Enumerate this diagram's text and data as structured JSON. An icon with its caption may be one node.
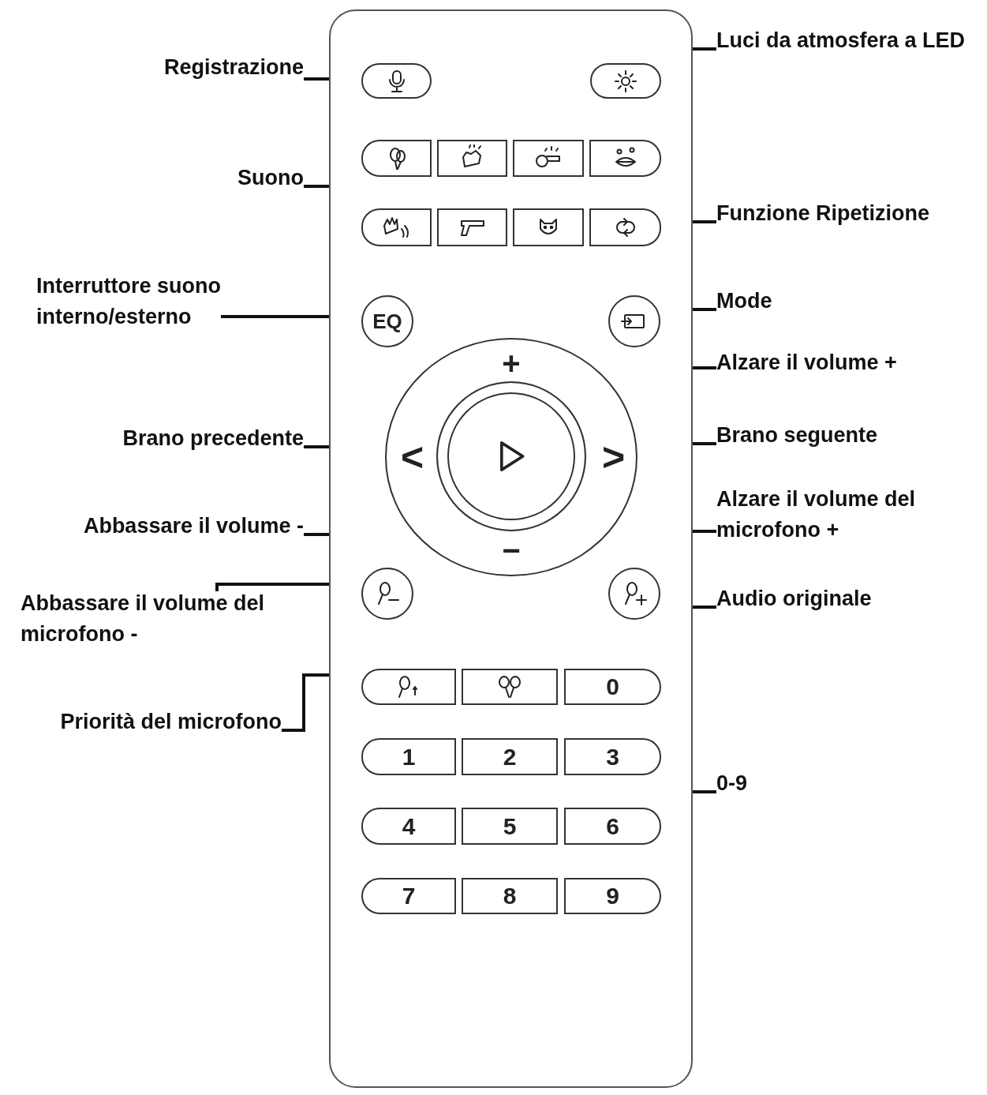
{
  "diagram": {
    "nodes": [
      {
        "text": [],
        "shape": "box"
      },
      {
        "text": [],
        "shape": "box",
        "in": 0
      },
      {
        "text": [],
        "shape": "box",
        "in": 0
      },
      {
        "text": [],
        "shape": "box",
        "in": 0
      },
      {
        "text": [],
        "shape": "box",
        "in": 0
      },
      {
        "text": [],
        "shape": "box",
        "in": 0
      },
      {
        "text": [],
        "shape": "box",
        "in": 0
      },
      {
        "text": [],
        "shape": "box",
        "in": 0
      },
      {
        "text": [],
        "shape": "box",
        "in": 0
      },
      {
        "text": [],
        "shape": "box",
        "in": 0
      },
      {
        "text": [],
        "shape": "box",
        "in": 0
      },
      {
        "text": [
          "EQ"
        ],
        "in": 0
      },
      {
        "text": [],
        "shape": "circle",
        "in": 0
      },
      {
        "text": [],
        "shape": "circle",
        "in": 0
      },
      {
        "text": [
          "+"
        ],
        "in": 13
      },
      {
        "text": [
          "<"
        ],
        "in": 13
      },
      {
        "text": [],
        "shape": "circle",
        "in": 13
      },
      {
        "text": [
          ">"
        ],
        "in": 13
      },
      {
        "text": [
          "−"
        ],
        "in": 13
      },
      {
        "text": [],
        "shape": "circle",
        "in": 0
      },
      {
        "text": [],
        "shape": "circle",
        "in": 0
      },
      {
        "text": [],
        "shape": "box",
        "in": 0
      },
      {
        "text": [],
        "shape": "box",
        "in": 0
      },
      {
        "text": [
          "0"
        ],
        "in": 0
      },
      {
        "text": [
          "1"
        ],
        "in": 0
      },
      {
        "text": [
          "2"
        ],
        "in": 0
      },
      {
        "text": [
          "3"
        ],
        "in": 0
      },
      {
        "text": [
          "4"
        ],
        "in": 0
      },
      {
        "text": [
          "5"
        ],
        "in": 0
      },
      {
        "text": [
          "6"
        ],
        "in": 0
      },
      {
        "text": [
          "7"
        ],
        "in": 0
      },
      {
        "text": [
          "8"
        ],
        "in": 0
      },
      {
        "text": [
          "9"
        ],
        "in": 0
      },
      {
        "text": [
          "Registrazione"
        ]
      },
      {
        "text": [
          "Luci da atmosfera a LED"
        ]
      },
      {
        "text": [
          "Suono"
        ]
      },
      {
        "text": [
          "Funzione Ripetizione"
        ]
      },
      {
        "text": [
          "Interruttore suono interno/esterno"
        ]
      },
      {
        "text": [
          "Mode"
        ]
      },
      {
        "text": [
          "Alzare il volume +"
        ]
      },
      {
        "text": [
          "Brano precedente"
        ]
      },
      {
        "text": [
          "Brano seguente"
        ]
      },
      {
        "text": [
          "Alzare il volume del microfono +"
        ]
      },
      {
        "text": [
          "Abbassare il volume -"
        ]
      },
      {
        "text": [
          "Abbassare il volume del microfono -"
        ]
      },
      {
        "text": [
          "Audio originale"
        ]
      },
      {
        "text": [
          "Priorità del microfono"
        ]
      },
      {
        "text": [
          "0-9"
        ]
      }
    ],
    "edges": [
      {
        "from": 33,
        "to": 0,
        "arrow": "none"
      },
      {
        "from": 34,
        "to": 0,
        "arrow": "none"
      },
      {
        "from": 35,
        "to": 0,
        "arrow": "none"
      },
      {
        "from": 36,
        "to": 0,
        "arrow": "none"
      },
      {
        "from": 37,
        "to": 0,
        "arrow": "none"
      },
      {
        "from": 38,
        "to": 0,
        "arrow": "none"
      },
      {
        "from": 39,
        "to": 0,
        "arrow": "none"
      },
      {
        "from": 40,
        "to": 0,
        "arrow": "none"
      },
      {
        "from": 41,
        "to": 0,
        "arrow": "none"
      },
      {
        "from": 42,
        "to": 0,
        "arrow": "none"
      },
      {
        "from": 43,
        "to": 0,
        "arrow": "none"
      },
      {
        "from": 44,
        "to": 0,
        "arrow": "none"
      },
      {
        "from": 45,
        "to": 0,
        "arrow": "none"
      },
      {
        "from": 46,
        "to": 0,
        "arrow": "none"
      },
      {
        "from": 47,
        "to": 0,
        "arrow": "none"
      }
    ]
  }
}
